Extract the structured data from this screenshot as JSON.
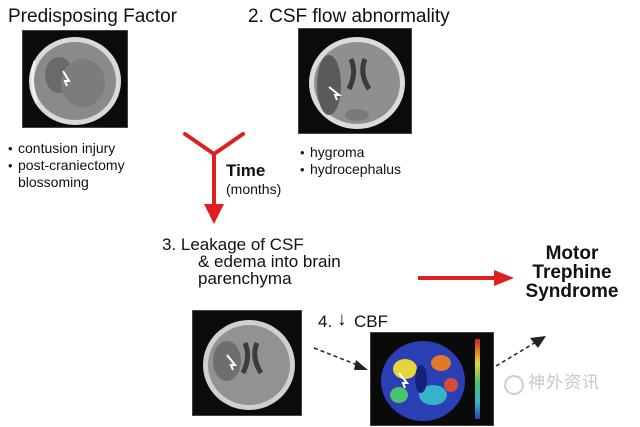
{
  "factor1": {
    "title": "Predisposing Factor",
    "bullets": [
      "contusion injury",
      "post-craniectomy",
      "blossoming"
    ]
  },
  "factor2": {
    "title": "2. CSF flow abnormality",
    "bullets": [
      "hygroma",
      "hydrocephalus"
    ]
  },
  "time": {
    "label": "Time",
    "sublabel": "(months)"
  },
  "step3": {
    "lines": [
      "3.  Leakage of CSF",
      "& edema into brain",
      "parenchyma"
    ]
  },
  "step4": {
    "arrow": "↓",
    "label": "4.",
    "label2": "CBF"
  },
  "outcome": {
    "lines": [
      "Motor",
      "Trephine",
      "Syndrome"
    ]
  },
  "watermark": {
    "text": "神外资讯"
  },
  "colors": {
    "red_arrow": "#e02020",
    "perfusion_bg": "#2b3fb5"
  }
}
